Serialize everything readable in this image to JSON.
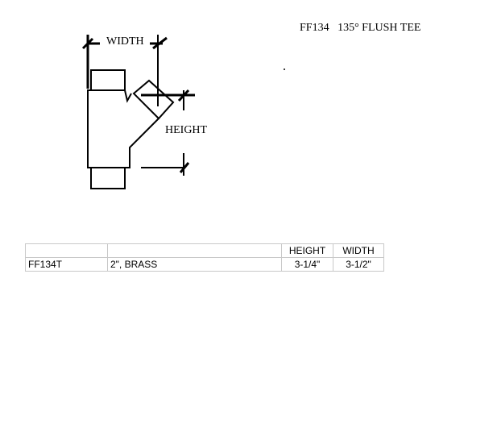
{
  "title": "FF134   135° FLUSH TEE",
  "diagram": {
    "width_label": "WIDTH",
    "height_label": "HEIGHT"
  },
  "table": {
    "headers": [
      "",
      "",
      "HEIGHT",
      "WIDTH"
    ],
    "rows": [
      [
        "FF134T",
        "2\", BRASS",
        "3-1/4\"",
        "3-1/2\""
      ]
    ]
  }
}
